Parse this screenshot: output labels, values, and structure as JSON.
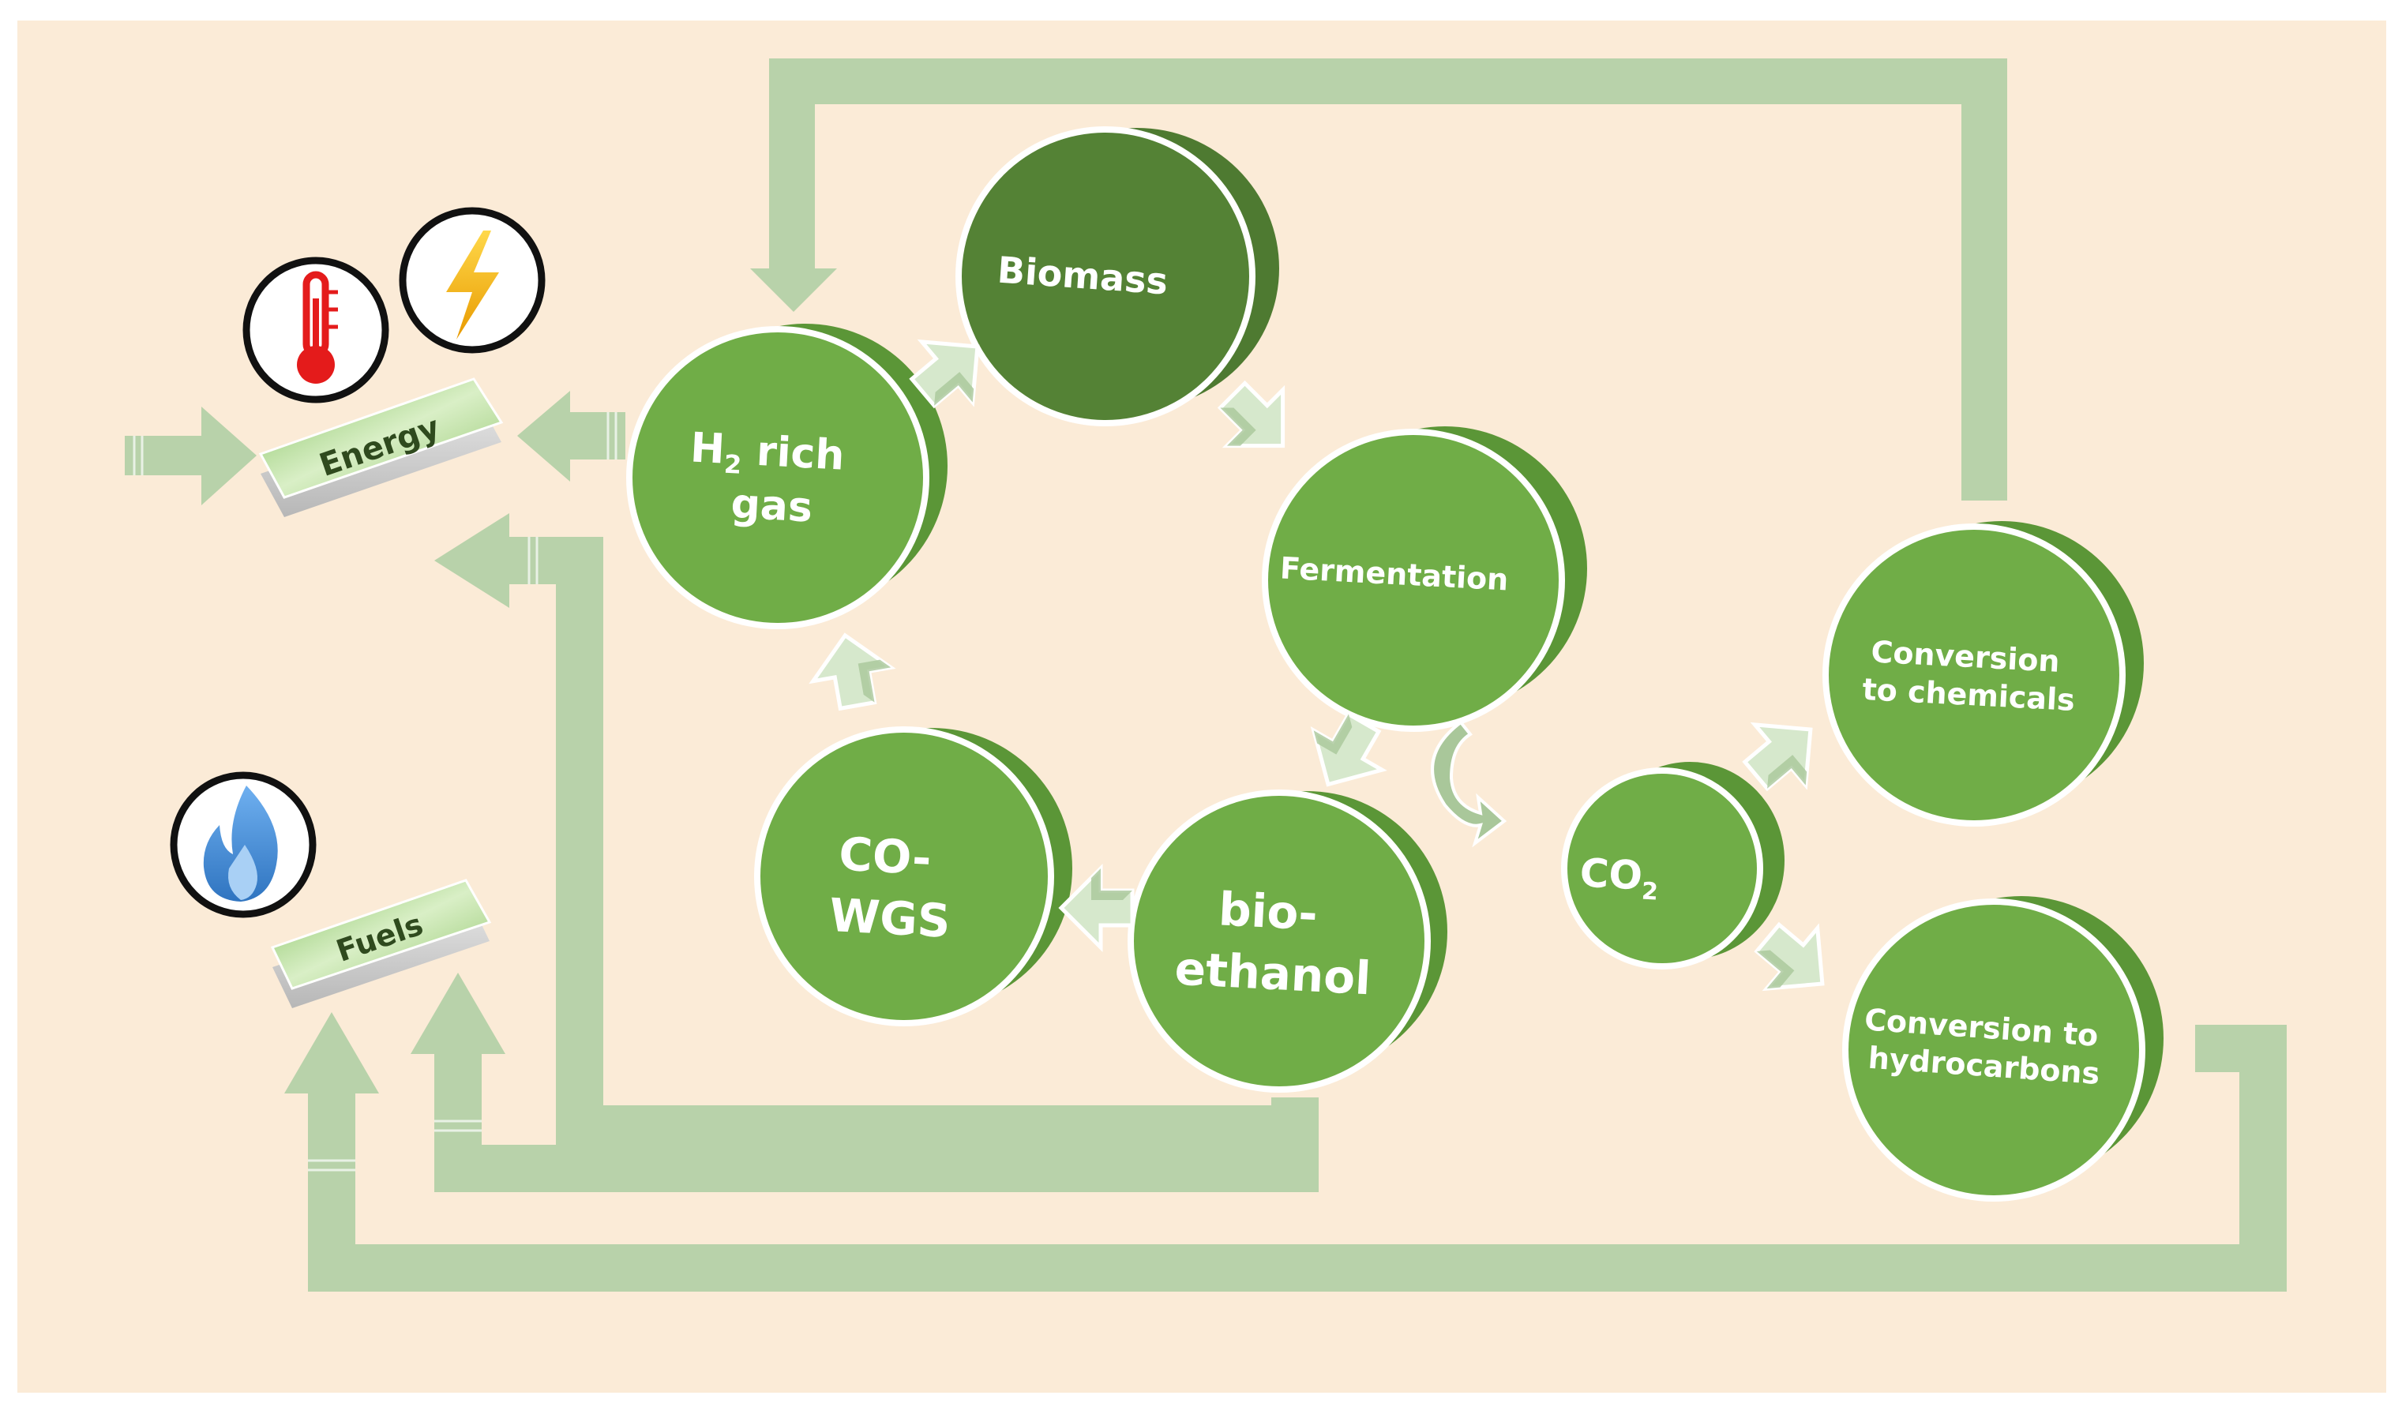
{
  "colors": {
    "background": "#fbebd7",
    "node_fill": "#70ad47",
    "node_dark": "#548235",
    "node_rim": "#5b9637",
    "flow": "#b8d2aa",
    "arrow_fill": "#d6e8cc",
    "heat_red": "#e41b1b",
    "bolt_yellow": "#f5b50a",
    "flame_blue": "#4a8fd6"
  },
  "nodes": {
    "biomass": "Biomass",
    "fermentation": "Fermentation",
    "bioethanol_line1": "bio-",
    "bioethanol_line2": "ethanol",
    "cowgs_line1": "CO-",
    "cowgs_line2": "WGS",
    "h2_main": "H",
    "h2_sub": "2",
    "h2_rest": " rich",
    "h2_line2": "gas",
    "co2_main": "CO",
    "co2_sub": "2",
    "chemicals_line1": "Conversion",
    "chemicals_line2": "to chemicals",
    "hydrocarbons_line1": "Conversion to",
    "hydrocarbons_line2": "hydrocarbons"
  },
  "outputs": {
    "energy": "Energy",
    "fuels": "Fuels"
  },
  "icons": {
    "heat": "thermometer-icon",
    "power": "lightning-bolt-icon",
    "fuel": "flame-icon"
  }
}
